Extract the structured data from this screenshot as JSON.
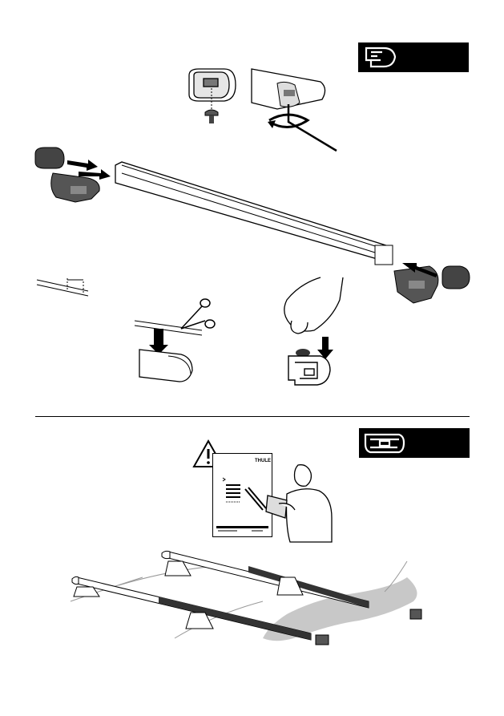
{
  "page": {
    "section_1": {
      "badge_icon": "flush-bar-profile-icon",
      "steps": [
        {
          "name": "end-cap-screw-removal",
          "icon": "hex-key-icon"
        },
        {
          "name": "foot-and-end-cap-insertion",
          "icon": "slide-arrow-icon"
        },
        {
          "name": "cut-rubber-strip",
          "icon": "scissors-icon"
        },
        {
          "name": "press-rubber-strip",
          "icon": "press-down-arrow-icon"
        }
      ]
    },
    "section_2": {
      "badge_icon": "wing-bar-profile-icon",
      "warning_icon": "warning-triangle-icon",
      "manual_brand": "THULE",
      "scene": "roof-bars-mounted-on-car"
    },
    "colors": {
      "ink": "#000000",
      "paper": "#ffffff",
      "shade": "#8a8a8a",
      "light_shade": "#c8c8c8"
    }
  }
}
